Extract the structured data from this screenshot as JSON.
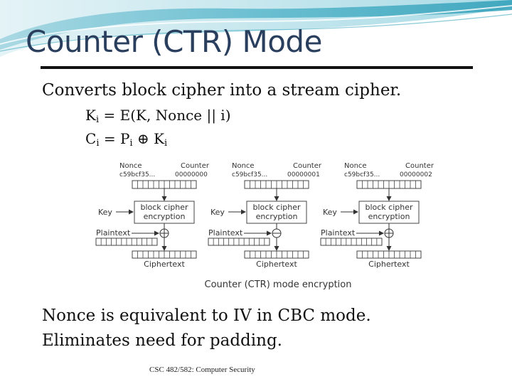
{
  "slide": {
    "title": "Counter (CTR) Mode",
    "bullet_1": "Converts block cipher into a stream cipher.",
    "eq_ki": {
      "lhs": "K",
      "sub": "i",
      "rhs": " = E(K, Nonce || i)"
    },
    "eq_ci": {
      "lhs": "C",
      "sub1": "i",
      "mid": " = P",
      "sub2": "i",
      "op": " ⊕ K",
      "sub3": "i"
    },
    "bullet_2": "Nonce is equivalent to IV in CBC mode.",
    "bullet_3": "Eliminates need for padding.",
    "footer": "CSC 482/582: Computer Security"
  },
  "diagram": {
    "caption": "Counter (CTR) mode encryption",
    "labels": {
      "nonce": "Nonce",
      "counter": "Counter",
      "key": "Key",
      "plaintext": "Plaintext",
      "ciphertext": "Ciphertext",
      "block_line1": "block cipher",
      "block_line2": "encryption"
    },
    "units": [
      {
        "nonce_value": "c59bcf35...",
        "counter_value": "00000000"
      },
      {
        "nonce_value": "c59bcf35...",
        "counter_value": "00000001"
      },
      {
        "nonce_value": "c59bcf35...",
        "counter_value": "00000002"
      }
    ]
  },
  "colors": {
    "title": "#2a3e5e",
    "banner_teal": "#57b7c9",
    "banner_light": "#c9e8ef"
  }
}
